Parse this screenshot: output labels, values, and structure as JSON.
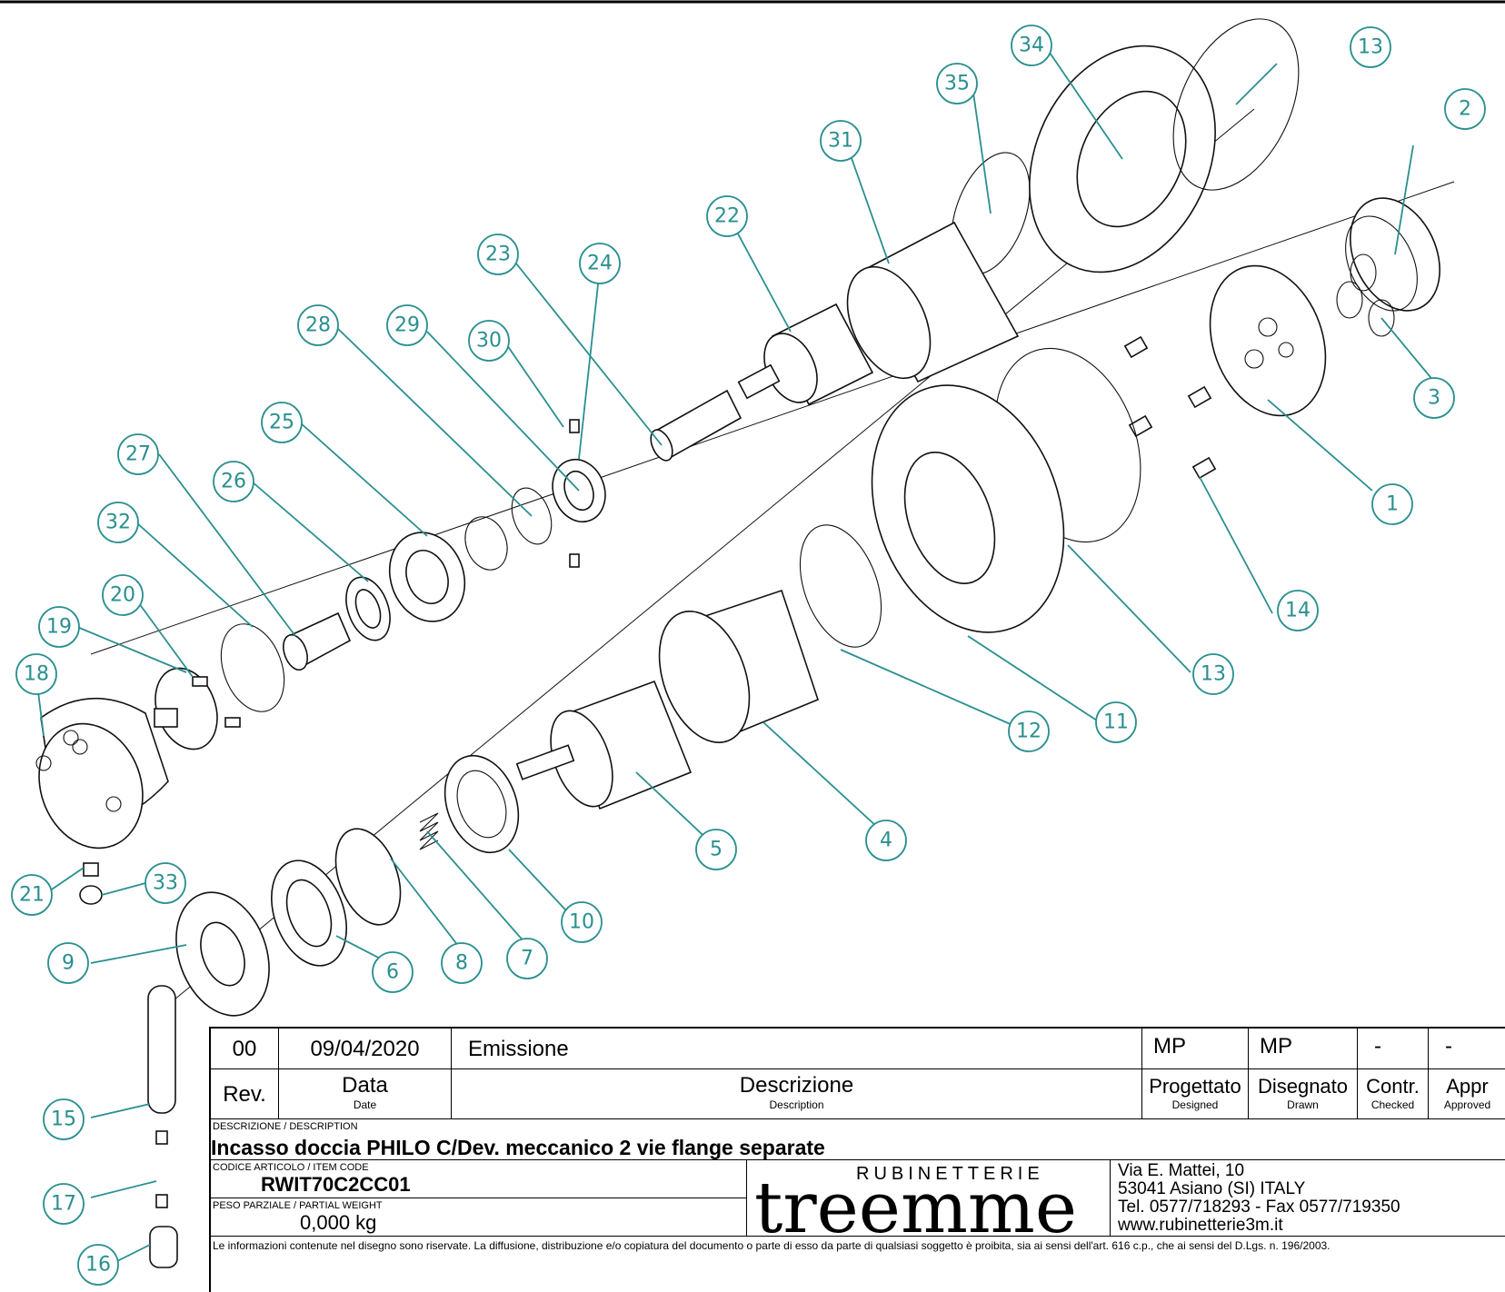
{
  "drawing": {
    "callouts": [
      "1",
      "2",
      "3",
      "4",
      "5",
      "6",
      "7",
      "8",
      "9",
      "10",
      "11",
      "12",
      "13",
      "13",
      "14",
      "15",
      "16",
      "17",
      "18",
      "19",
      "20",
      "21",
      "22",
      "23",
      "24",
      "25",
      "26",
      "27",
      "28",
      "29",
      "30",
      "31",
      "32",
      "33",
      "34",
      "35"
    ]
  },
  "title_block": {
    "row1": {
      "rev": "00",
      "date": "09/04/2020",
      "description": "Emissione",
      "designed": "MP",
      "drawn": "MP",
      "checked": "-",
      "approved": "-"
    },
    "row2": {
      "rev_label": "Rev.",
      "date_label": "Data",
      "date_sub": "Date",
      "desc_label": "Descrizione",
      "desc_sub": "Description",
      "designed_label": "Progettato",
      "designed_sub": "Designed",
      "drawn_label": "Disegnato",
      "drawn_sub": "Drawn",
      "checked_label": "Contr.",
      "checked_sub": "Checked",
      "approved_label": "Appr",
      "approved_sub": "Approved"
    },
    "description_label": "DESCRIZIONE / DESCRIPTION",
    "description": "Incasso doccia PHILO C/Dev. meccanico 2 vie flange separate",
    "item_code_label": "CODICE ARTICOLO / ITEM CODE",
    "item_code": "RWIT70C2CC01",
    "weight_label": "PESO PARZIALE / PARTIAL WEIGHT",
    "weight": "0,000 kg",
    "brand_top": "RUBINETTERIE",
    "brand": "treemme",
    "address": [
      "Via E. Mattei, 10",
      "53041 Asiano (SI) ITALY",
      "Tel. 0577/718293 - Fax 0577/719350",
      "www.rubinetterie3m.it"
    ],
    "legal": "Le informazioni contenute nel disegno sono riservate. La diffusione, distribuzione e/o copiatura del documento o parte di esso da parte di qualsiasi soggetto è proibita, sia ai sensi dell'art. 616 c.p., che ai sensi del D.Lgs. n. 196/2003."
  }
}
